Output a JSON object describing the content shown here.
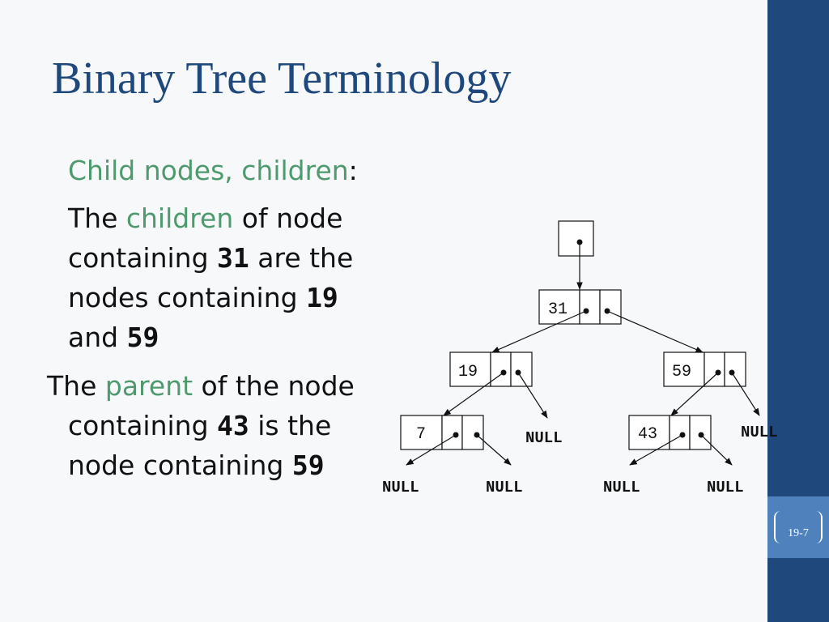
{
  "slide": {
    "title": "Binary Tree Terminology",
    "page_number": "19-7"
  },
  "body": {
    "line1": {
      "term": "Child nodes, children",
      "colon": ":"
    },
    "line2": {
      "a": "The ",
      "term": "children",
      "b": " of node"
    },
    "line3": {
      "a": "containing ",
      "num": "31",
      "b": " are the"
    },
    "line4": {
      "a": "nodes containing ",
      "num": "19"
    },
    "line5": {
      "a": "and ",
      "num": "59"
    },
    "line6": {
      "a": "The ",
      "term": "parent",
      "b": " of the node"
    },
    "line7": {
      "a": "containing ",
      "num": "43",
      "b": " is the"
    },
    "line8": {
      "a": "node containing ",
      "num": "59"
    }
  },
  "tree": {
    "root_value": "31",
    "left_child": "19",
    "right_child": "59",
    "left_left": "7",
    "right_left": "43",
    "null_label": "NULL"
  },
  "colors": {
    "title": "#1f497d",
    "accent_green": "#4e9a6e",
    "side_bar": "#1f497d",
    "page_badge": "#4f81bd"
  }
}
